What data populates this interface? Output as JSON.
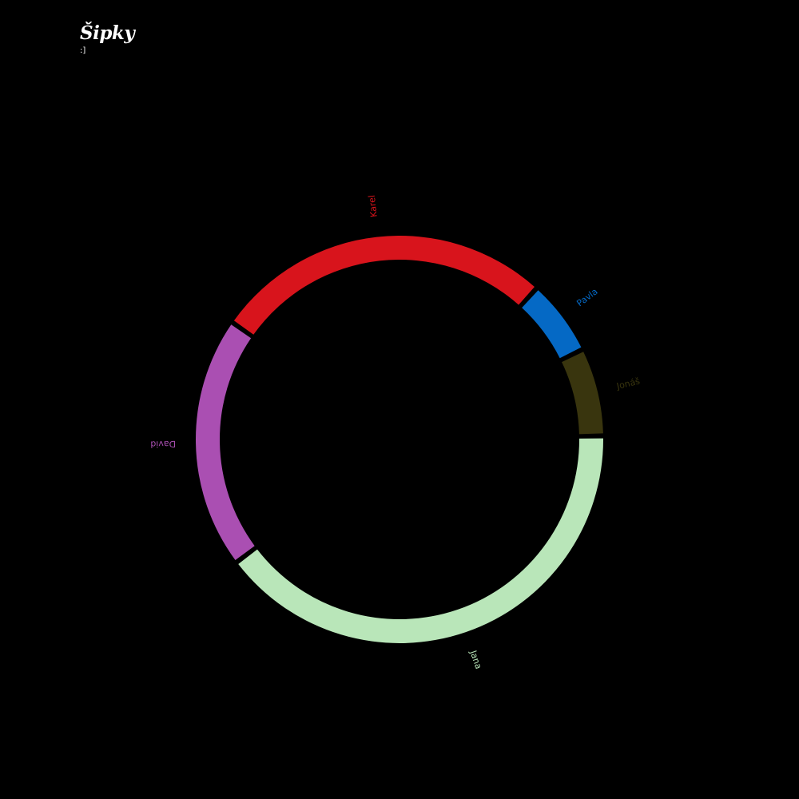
{
  "header": {
    "title": "Šipky",
    "subtitle": ":]"
  },
  "chart_data": {
    "type": "pie",
    "style": "ring",
    "categories": [
      "Karel",
      "Pavla",
      "Jonáš",
      "Jana",
      "David"
    ],
    "values": [
      27,
      6,
      7,
      40,
      20
    ],
    "colors": [
      "#d8141c",
      "#0569c5",
      "#39350e",
      "#b9e6b9",
      "#aa4fb2"
    ],
    "start_angle_deg": -55
  }
}
